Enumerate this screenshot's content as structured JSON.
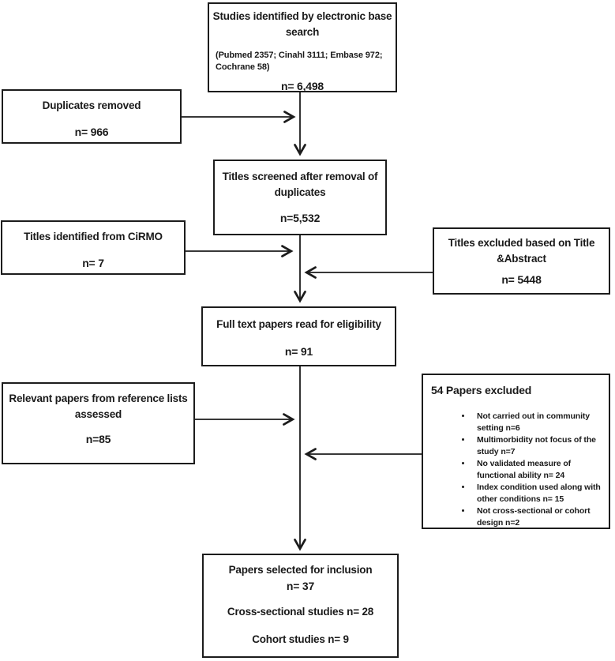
{
  "colors": {
    "background": "#ffffff",
    "border": "#1c1c1c",
    "text": "#1a1a1a",
    "arrow": "#1c1c1c"
  },
  "boxes": {
    "identified": {
      "title": "Studies identified by electronic base search",
      "detail": "(Pubmed 2357; Cinahl 3111; Embase 972; Cochrane 58)",
      "count": "n= 6,498"
    },
    "duplicates": {
      "title": "Duplicates removed",
      "count": "n= 966"
    },
    "screened": {
      "title": "Titles screened after removal of duplicates",
      "count": "n=5,532"
    },
    "cirmo": {
      "title": "Titles identified from CiRMO",
      "count": "n= 7"
    },
    "title_excluded": {
      "title": "Titles excluded based on Title &Abstract",
      "count": "n= 5448"
    },
    "fulltext": {
      "title": "Full text papers read for eligibility",
      "count": "n= 91"
    },
    "reference": {
      "title": "Relevant papers from reference lists assessed",
      "count": "n=85"
    },
    "excluded": {
      "title": "54 Papers excluded",
      "reasons": [
        "Not carried out in community setting n=6",
        "Multimorbidity not focus of the study n=7",
        "No validated measure of functional ability n= 24",
        "Index condition used along with other conditions n= 15",
        "Not cross-sectional or cohort design n=2"
      ]
    },
    "included": {
      "title": "Papers selected for inclusion",
      "count": "n= 37",
      "cross_sectional": "Cross-sectional studies n= 28",
      "cohort": "Cohort studies n= 9"
    }
  }
}
